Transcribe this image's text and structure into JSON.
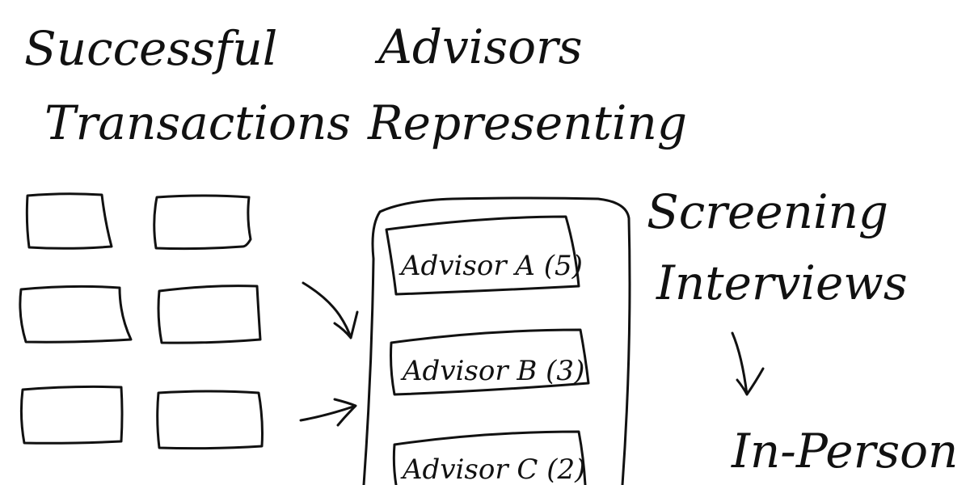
{
  "headings": {
    "transactions_line1": "Successful",
    "transactions_line2": "Transactions",
    "advisors_line1": "Advisors",
    "advisors_line2": "Representing"
  },
  "advisors": [
    {
      "label": "Advisor A (5)"
    },
    {
      "label": "Advisor B (3)"
    },
    {
      "label": "Advisor C (2)"
    }
  ],
  "stages": {
    "screening_line1": "Screening",
    "screening_line2": "Interviews",
    "in_person": "In-Person"
  }
}
